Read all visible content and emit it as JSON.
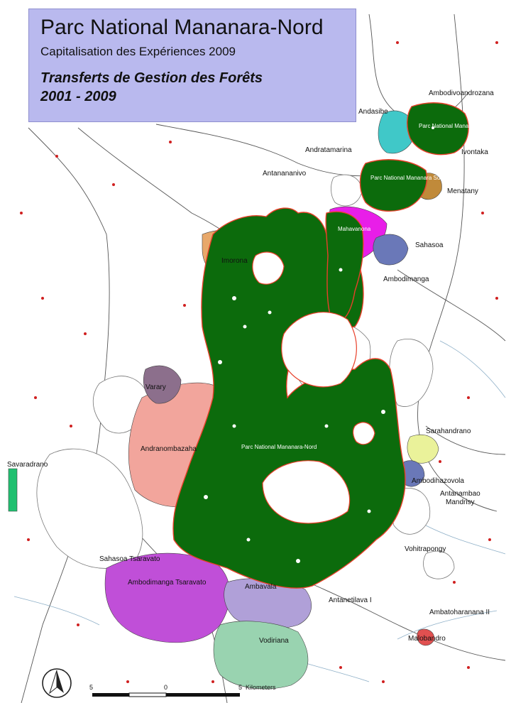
{
  "title": {
    "main": "Parc National Mananara-Nord",
    "sub": "Capitalisation des Expériences 2009",
    "theme_line1": "Transferts de Gestion des Forêts",
    "theme_line2": "2001 - 2009"
  },
  "places": {
    "ambodivoandrozana": "Ambodivoandrozana",
    "andasibe": "Andasibe",
    "parc_nord": "Parc National Mananara Nord",
    "ivontaka": "Ivontaka",
    "andratamarina": "Andratamarina",
    "antananavo": "Antanananivo",
    "parc_sud": "Parc National Mananara Sud",
    "menatany": "Menatany",
    "mahavanona": "Mahavanona",
    "sahasoa": "Sahasoa",
    "imorona": "Imorona",
    "ambodimanga": "Ambodimanga",
    "varary": "Varary",
    "sarahandrano": "Sarahandrano",
    "andranombazaha": "Andranombazaha",
    "parc_central": "Parc National Mananara-Nord",
    "savaradrano": "Savaradrano",
    "ambodihazovola": "Ambodihazovola",
    "antanambao": "Antanambao",
    "mandrisy": "Mandrisy",
    "sahasoa_tsaravato": "Sahasoa Tsaravato",
    "vohitrapongy": "Vohitrapongy",
    "ambodimanga_tsaravato": "Ambodimanga Tsaravato",
    "ambavala": "Ambavala",
    "antanetilava": "Antanetilava I",
    "ambatoharanana": "Ambatoharanana II",
    "vodiriana": "Vodiriana",
    "malobandro": "Malobandro"
  },
  "scale_bar": {
    "tick_left": "5",
    "tick_mid": "0",
    "tick_right": "5",
    "unit": "Kilometers"
  },
  "colors": {
    "park_green": "#0c6b0c",
    "park_outline": "#e8402a",
    "magenta": "#e81ee8",
    "violet": "#c04fd8",
    "salmon": "#f2a59c",
    "tan": "#e8a86a",
    "mauve": "#8c6f8c",
    "lavender": "#b0a0d8",
    "mint": "#99d3b0",
    "cyan": "#40c8c8",
    "steelblue": "#6a78b8",
    "yellow": "#eaf29a",
    "brown": "#c08a3a",
    "title_box": "#b9b9ee"
  },
  "icons": {
    "north_arrow": "north-arrow-icon"
  }
}
